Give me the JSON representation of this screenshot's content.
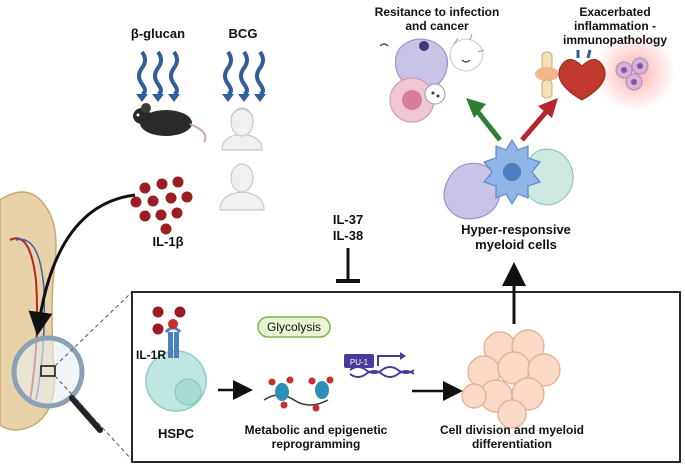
{
  "labels": {
    "beta_glucan": "β-glucan",
    "bcg": "BCG",
    "il1b": "IL-1β",
    "il37": "IL-37",
    "il38": "IL-38",
    "il1r": "IL-1R",
    "glycolysis": "Glycolysis",
    "pu1": "PU-1",
    "hspc": "HSPC",
    "metabolic_line1": "Metabolic and epigenetic",
    "metabolic_line2": "reprogramming",
    "division_line1": "Cell division and myeloid",
    "division_line2": "differentiation",
    "hyper_line1": "Hyper-responsive",
    "hyper_line2": "myeloid cells",
    "resist_line1": "Resitance to infection",
    "resist_line2": "and cancer",
    "exac_line1": "Exacerbated",
    "exac_line2": "inflammation -",
    "exac_line3": "immunopathology"
  },
  "colors": {
    "wave_blue": "#2f5e9a",
    "il1b_red": "#9c1c24",
    "green_arrow": "#2e7d32",
    "red_arrow": "#b3262b",
    "glycolysis_fill": "#e8f4d4",
    "glycolysis_stroke": "#7ab648",
    "pu1_purple": "#4b3a9a",
    "hspc_fill": "#bfe6e0",
    "cluster_fill": "#fbd9c7"
  }
}
